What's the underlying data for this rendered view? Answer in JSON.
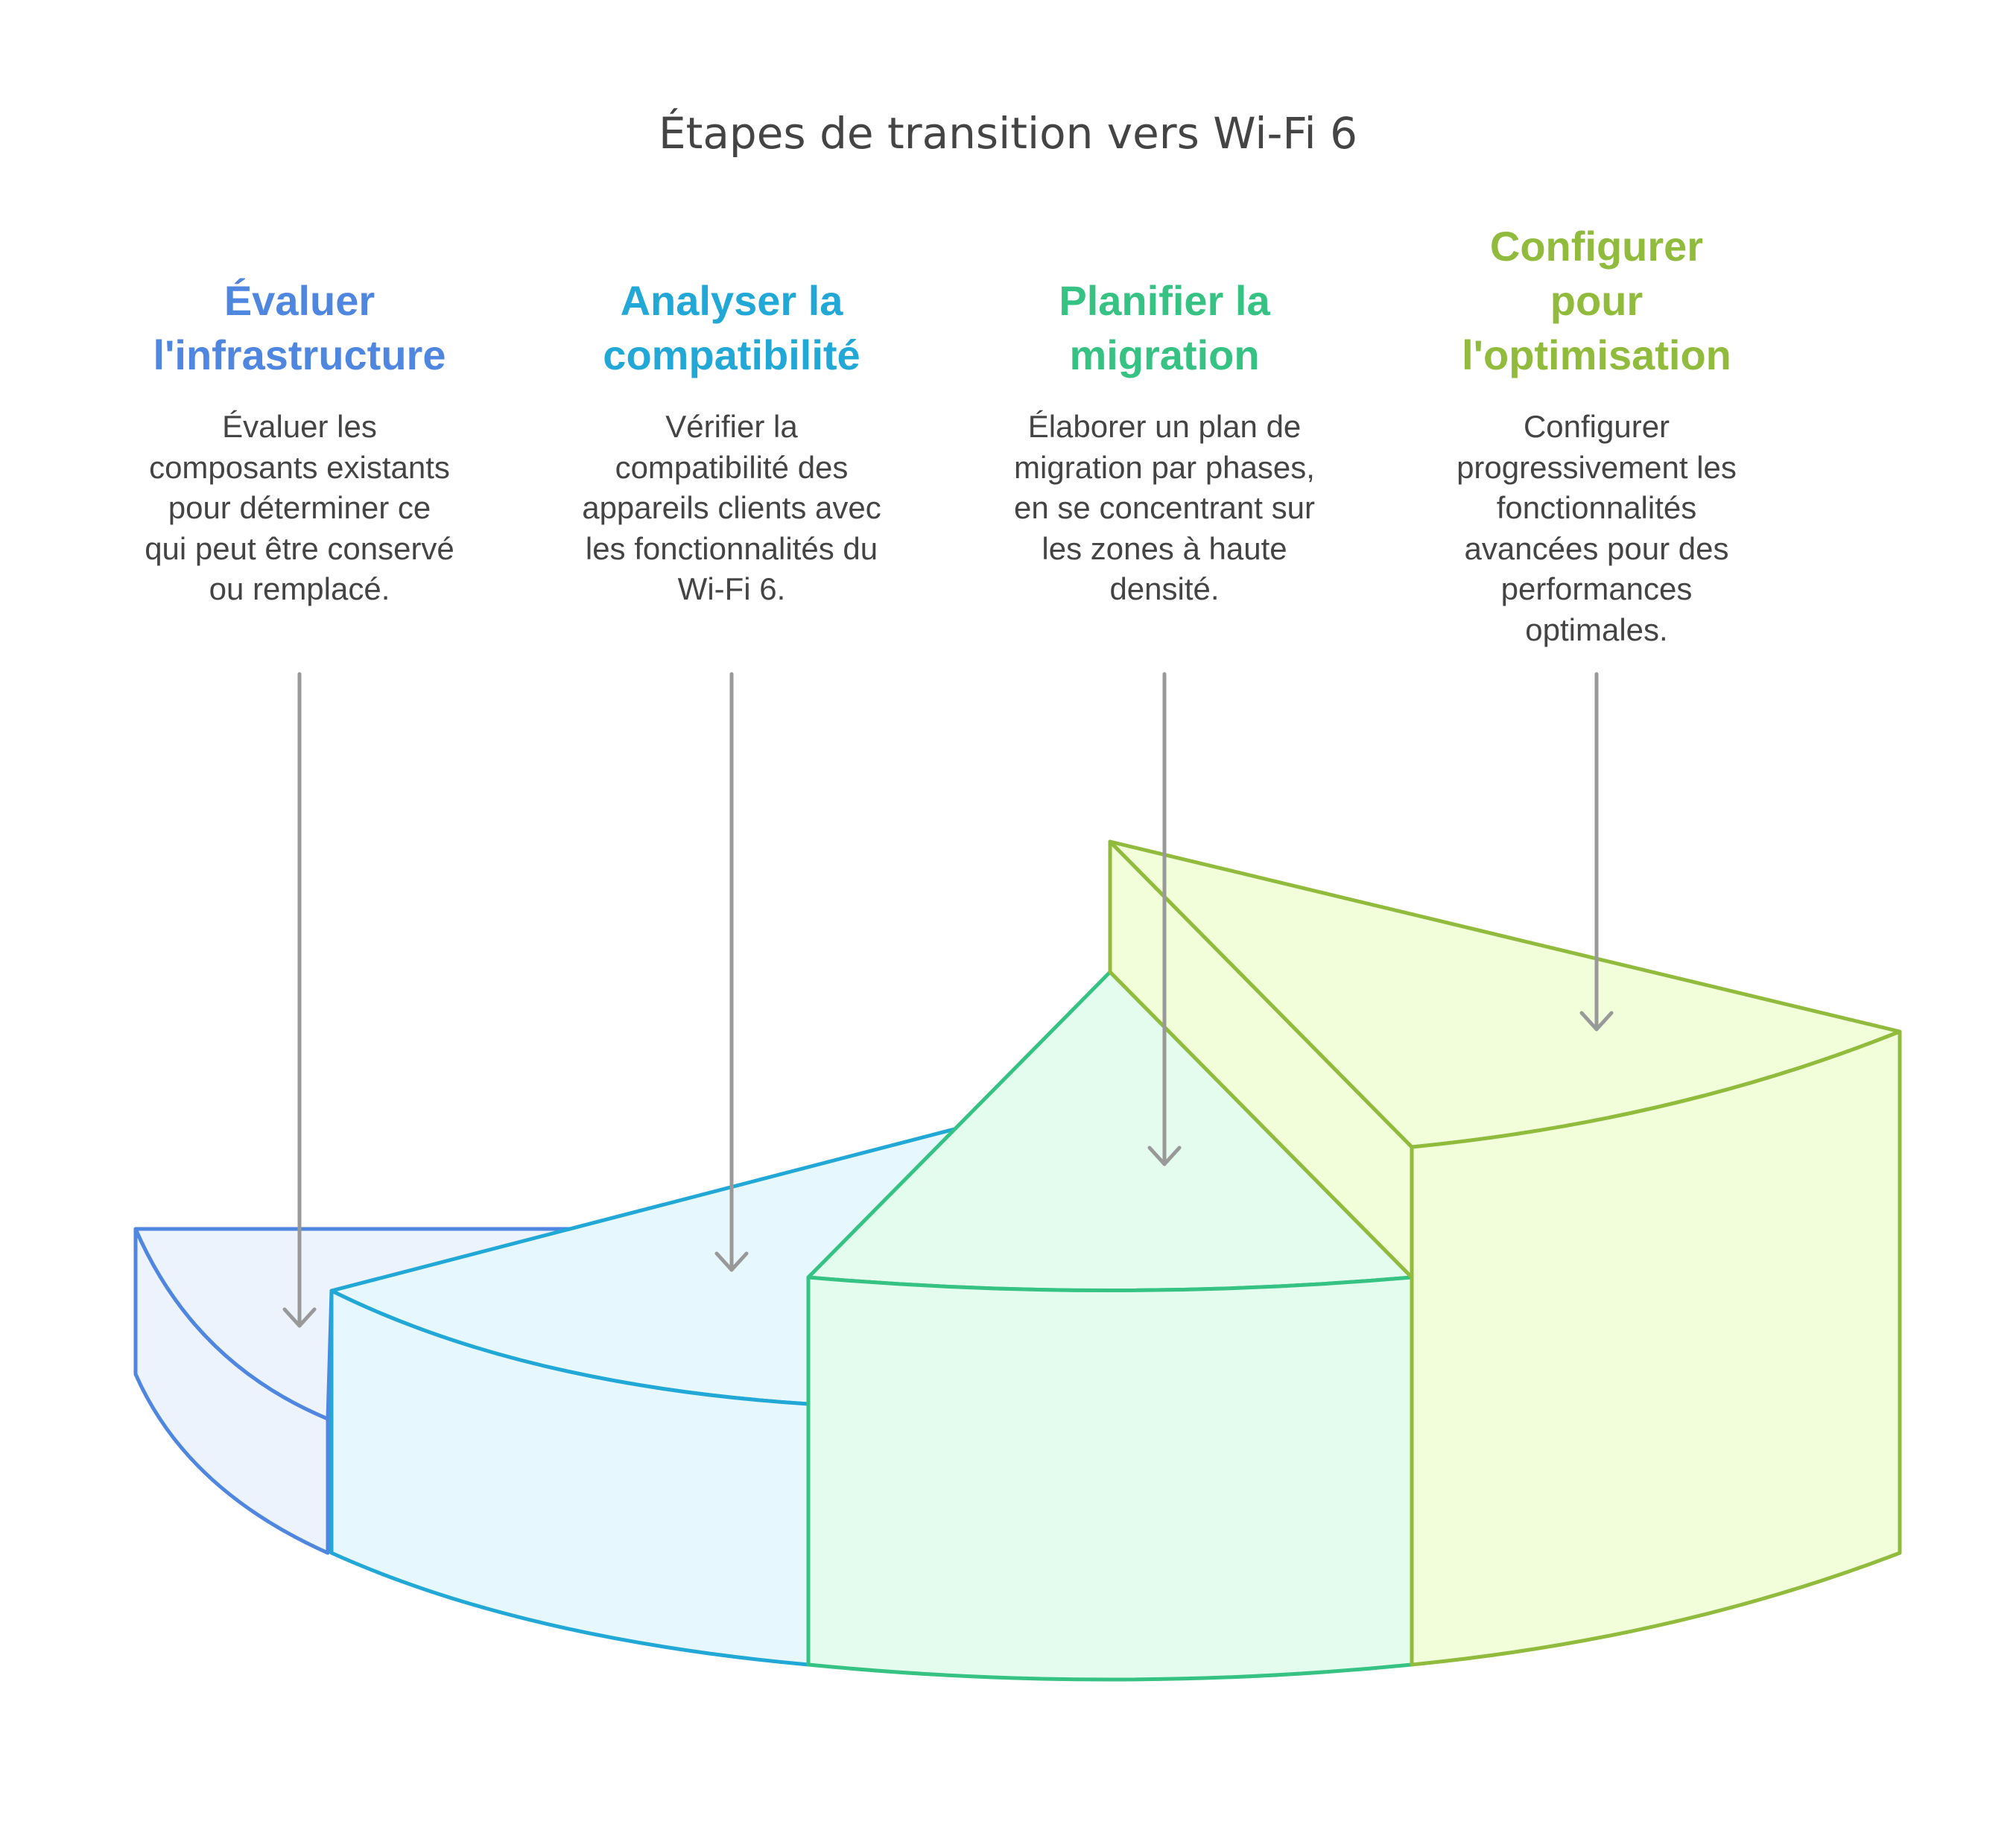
{
  "title": "Étapes de transition vers Wi-Fi 6",
  "colors": {
    "step1": "#4f86df",
    "step2": "#22a8d6",
    "step3": "#35c283",
    "step4": "#90bb3c",
    "arrow": "#999999",
    "text": "#444444"
  },
  "steps": [
    {
      "heading": "Évaluer\nl'infrastructure",
      "description": "Évaluer les composants existants pour déterminer ce qui peut être conservé ou remplacé."
    },
    {
      "heading": "Analyser la\ncompatibilité",
      "description": "Vérifier la compatibilité des appareils clients avec les fonctionnalités du Wi-Fi 6."
    },
    {
      "heading": "Planifier la\nmigration",
      "description": "Élaborer un plan de migration par phases, en se concentrant sur les zones à haute densité."
    },
    {
      "heading": "Configurer\npour\nl'optimisation",
      "description": "Configurer progressivement les fonctionnalités avancées pour des performances optimales."
    }
  ]
}
